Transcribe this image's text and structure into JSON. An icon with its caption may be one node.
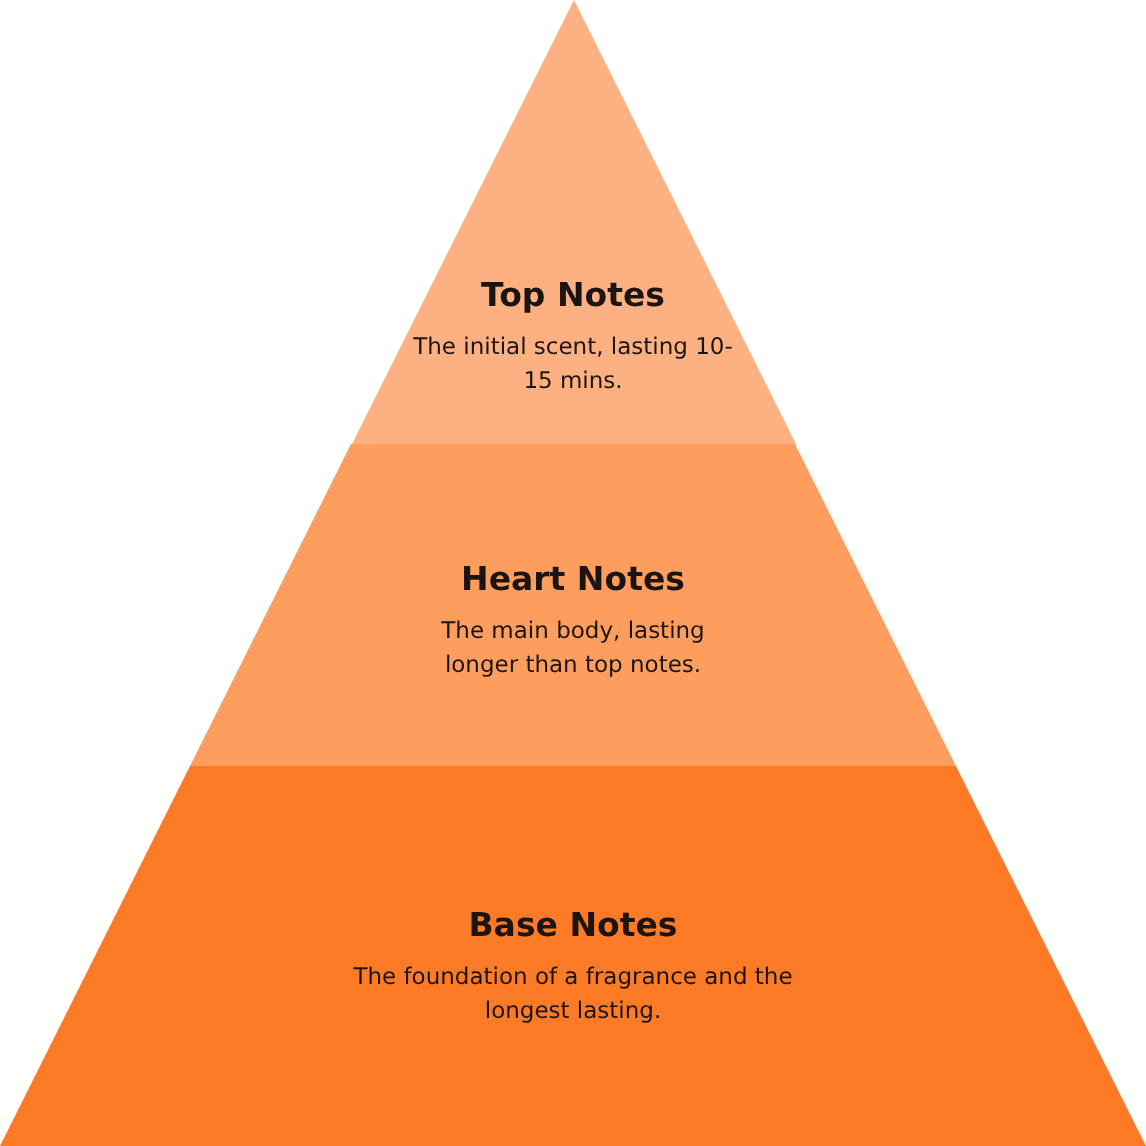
{
  "diagram": {
    "nodes": [
      {
        "text": [
          "Top Notes",
          "The initial scent, lasting 10-15 mins."
        ]
      },
      {
        "text": [
          "Heart Notes",
          "The main body, lasting longer than top notes."
        ]
      },
      {
        "text": [
          "Base Notes",
          "The foundation of a fragrance and the longest lasting."
        ]
      }
    ]
  }
}
